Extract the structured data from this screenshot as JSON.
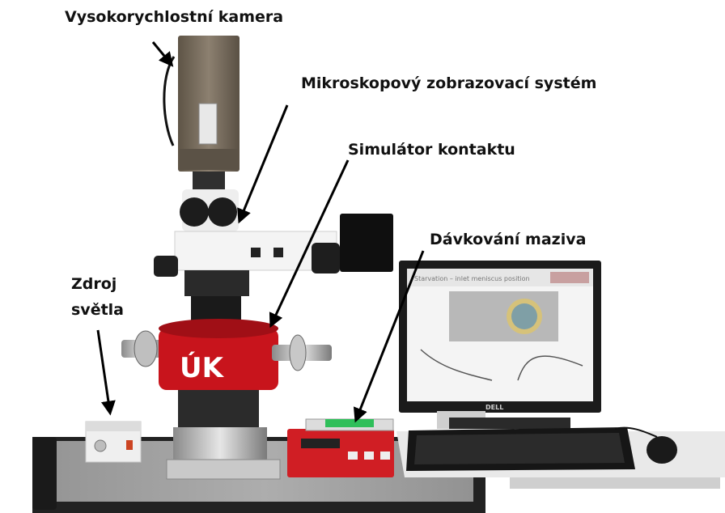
{
  "labels": {
    "camera": "Vysokorychlostní kamera",
    "microscope": "Mikroskopový zobrazovací systém",
    "simulator": "Simulátor kontaktu",
    "lubricant": "Dávkování maziva",
    "light_line1": "Zdroj",
    "light_line2": "světla"
  },
  "monitor": {
    "title": "Starvation – inlet meniscus position",
    "brand": "DELL"
  },
  "colors": {
    "simulator_red": "#c8141c",
    "pump_red": "#d01e24",
    "camera_body": "#7a6e5e",
    "table_grey": "#8f8f8f",
    "accent_green": "#2fbf5a"
  }
}
